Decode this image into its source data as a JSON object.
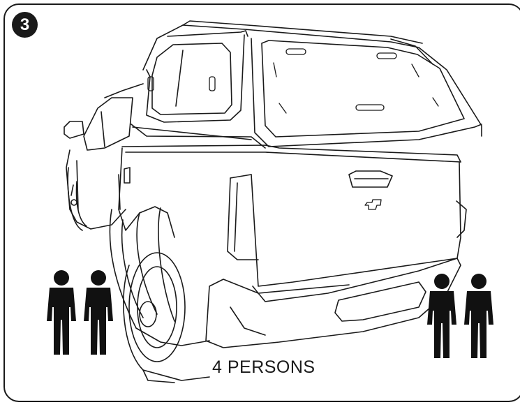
{
  "step": {
    "number": "3"
  },
  "caption": "4 PERSONS",
  "figures": {
    "left_count": 2,
    "right_count": 2
  },
  "colors": {
    "line": "#1a1a1a",
    "background": "#ffffff"
  }
}
